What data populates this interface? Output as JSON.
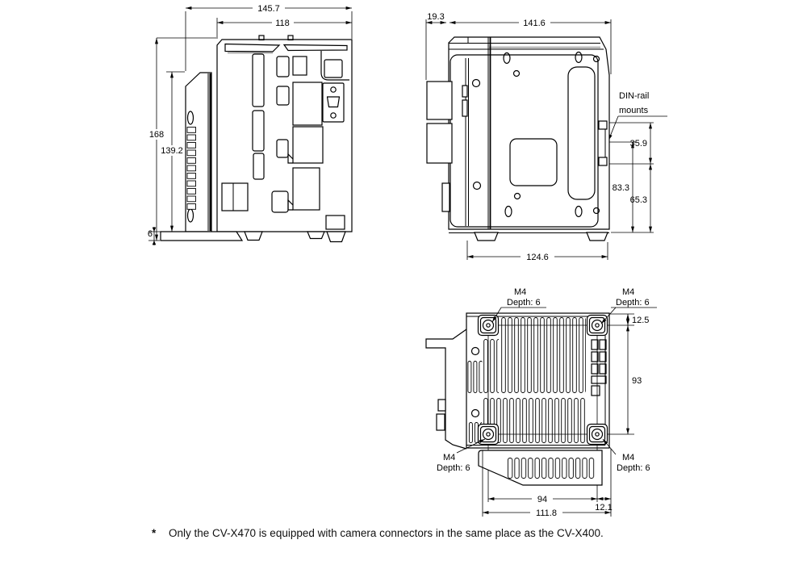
{
  "views": {
    "front": {
      "dims": {
        "overall_width": "145.7",
        "body_width": "118",
        "overall_height": "168",
        "panel_height": "139.2",
        "base_height": "6"
      }
    },
    "side": {
      "dims": {
        "front_block_depth": "19.3",
        "body_depth": "141.6",
        "din_mount_offset": "35.9",
        "din_span_a": "83.3",
        "din_span_b": "65.3",
        "base_depth": "124.6"
      },
      "labels": {
        "din_rail_line1": "DIN-rail",
        "din_rail_line2": "mounts"
      }
    },
    "bottom": {
      "dims": {
        "screw_top_offset": "12.5",
        "screw_vertical_span": "93",
        "screw_horizontal_span": "94",
        "screw_right_offset": "12.1",
        "overall_depth": "111.8"
      },
      "labels": {
        "screw_size": "M4",
        "screw_depth": "Depth: 6"
      }
    }
  },
  "footnote": {
    "marker": "*",
    "text": "Only the CV-X470 is equipped with camera connectors in the same place as the CV-X400."
  }
}
